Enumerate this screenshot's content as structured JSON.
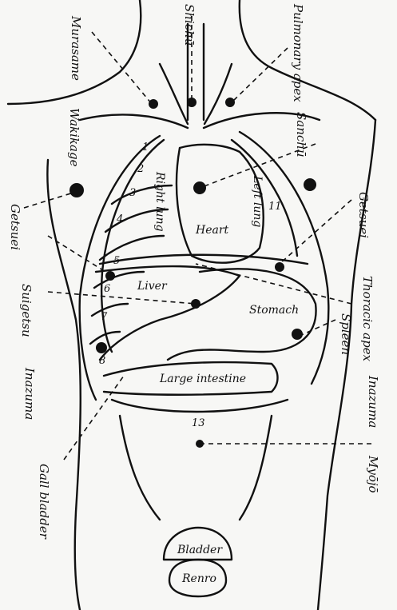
{
  "labels": {
    "murasame": "Murasame",
    "shichu": "Shichū",
    "pulmonary_apex": "Pulmonary apex",
    "sanchu": "Sanchū",
    "wakikage": "Wakikage",
    "getsuei_left": "Getsuei",
    "getsuei_right": "Getsuei",
    "thoracic_apex": "Thoracic apex",
    "suigetsu": "Suigetsu",
    "inazuma_left": "Inazuma",
    "inazuma_right": "Inazuma",
    "spleen": "Spleen",
    "myojo": "Myōjō",
    "gall_bladder": "Gall bladder"
  },
  "organs": {
    "right_lung": "Right lung",
    "left_lung": "Left lung",
    "heart": "Heart",
    "liver": "Liver",
    "stomach": "Stomach",
    "large_intestine": "Large intestine",
    "bladder": "Bladder",
    "renro": "Renro"
  },
  "ribs": [
    "1",
    "2",
    "3",
    "4",
    "5",
    "6",
    "7",
    "8"
  ],
  "rib_extras": {
    "eleven": "11"
  },
  "markers": {
    "m13": "13"
  },
  "colors": {
    "ink": "#111111",
    "paper": "#f7f7f5"
  }
}
